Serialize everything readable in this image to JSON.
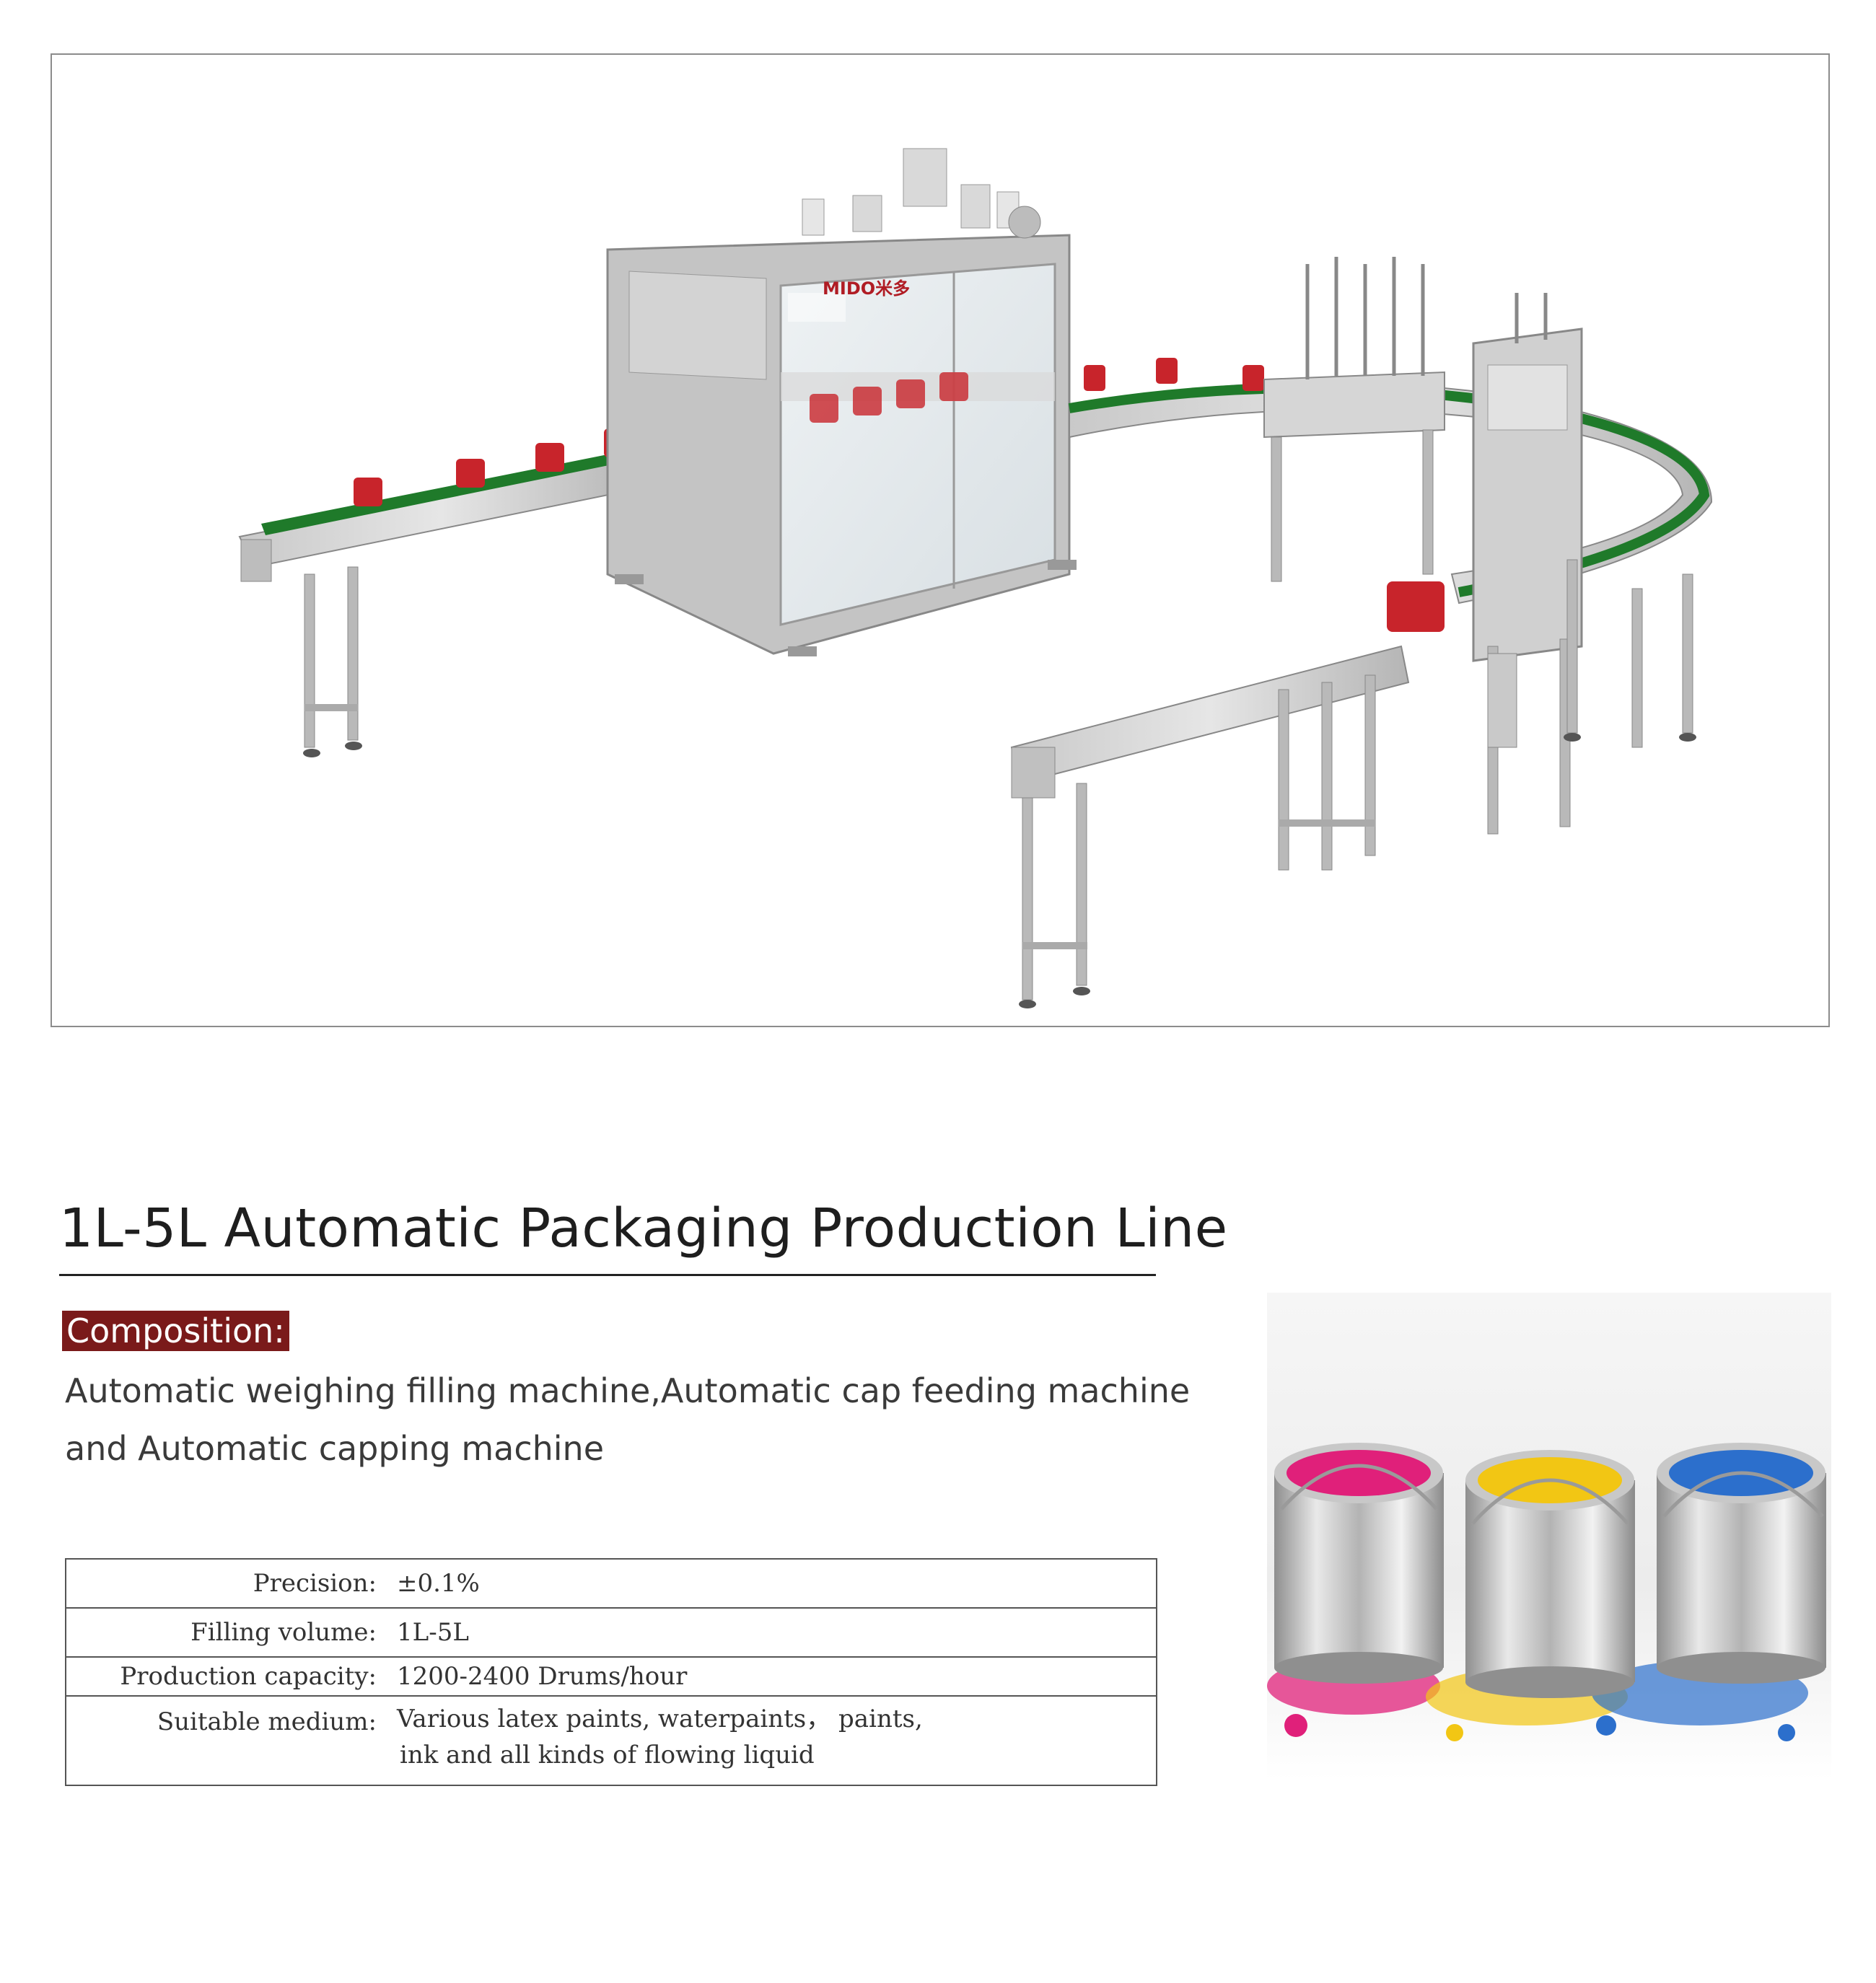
{
  "hero": {
    "brand_logo": "MIDO米多"
  },
  "product": {
    "title": "1L-5L Automatic Packaging Production Line",
    "composition_label": "Composition:",
    "composition_line1": "Automatic weighing filling machine,Automatic cap feeding machine",
    "composition_line2": "and Automatic capping machine"
  },
  "specs": {
    "rows": [
      {
        "label": "Precision:",
        "value": "±0.1%"
      },
      {
        "label": "Filling volume:",
        "value": "1L-5L"
      },
      {
        "label": "Production capacity:",
        "value": "1200-2400 Drums/hour"
      },
      {
        "label": "Suitable medium:",
        "value": "Various latex paints, waterpaints， paints,",
        "value2": "ink and all kinds of flowing liquid"
      }
    ]
  },
  "colors": {
    "accent": "#7a1a1a",
    "conveyor_green": "#1f7a2a",
    "frame_gray": "#9a9a9a"
  }
}
